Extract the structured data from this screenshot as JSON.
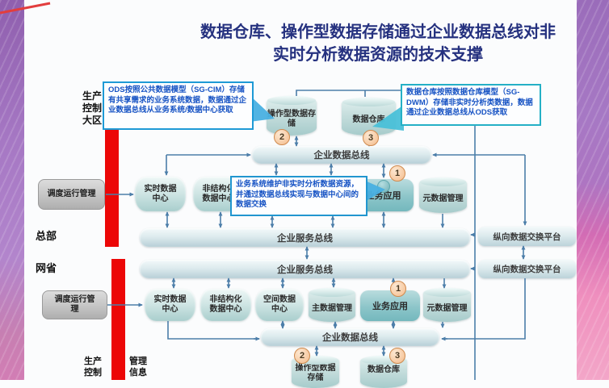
{
  "title": {
    "line1": "数据仓库、操作型数据存储通过企业数据总线对非",
    "line2": "实时分析数据资源的技术支撑"
  },
  "regions": {
    "prod_zone_top": "生产控制大区",
    "hq": "总部",
    "province": "网省",
    "prod_bottom": "生产控制",
    "mgmt_bottom": "管理信息"
  },
  "callouts": {
    "ods": "ODS按照公共数据模型（SG-CIM）存储有共享需求的业务系统数据，数据通过企业数据总线从业务系统/数据中心获取",
    "dw": "数据仓库按照数据仓库模型（SG-DWM）存储非实时分析类数据，数据通过企业数据总线从ODS获取",
    "biz": "业务系统维护非实时分析数据资源，并通过数据总线实现与数据中心间的数据交换"
  },
  "nodes": {
    "ods_store": "操作型数据存储",
    "data_warehouse": "数据仓库",
    "enterprise_data_bus": "企业数据总线",
    "enterprise_service_bus": "企业服务总线",
    "vertical_exchange": "纵向数据交换平台",
    "realtime_center": "实时数据中心",
    "unstructured_center": "非结构化数据中心",
    "spatial_center": "空间数据中心",
    "master_data": "主数据管理",
    "metadata": "元数据管理",
    "business_app": "业务应用",
    "dispatch_mgmt": "调度运行管理"
  },
  "badges": {
    "one": "1",
    "two": "2",
    "three": "3"
  },
  "colors": {
    "accent_red_bar": "#ec0707",
    "title_navy": "#25317f",
    "callout_blue": "#1753c4",
    "connector_blue": "#4c7ea9",
    "badge_orange": "#f4bc8c",
    "border_purple": "#a678c4"
  }
}
